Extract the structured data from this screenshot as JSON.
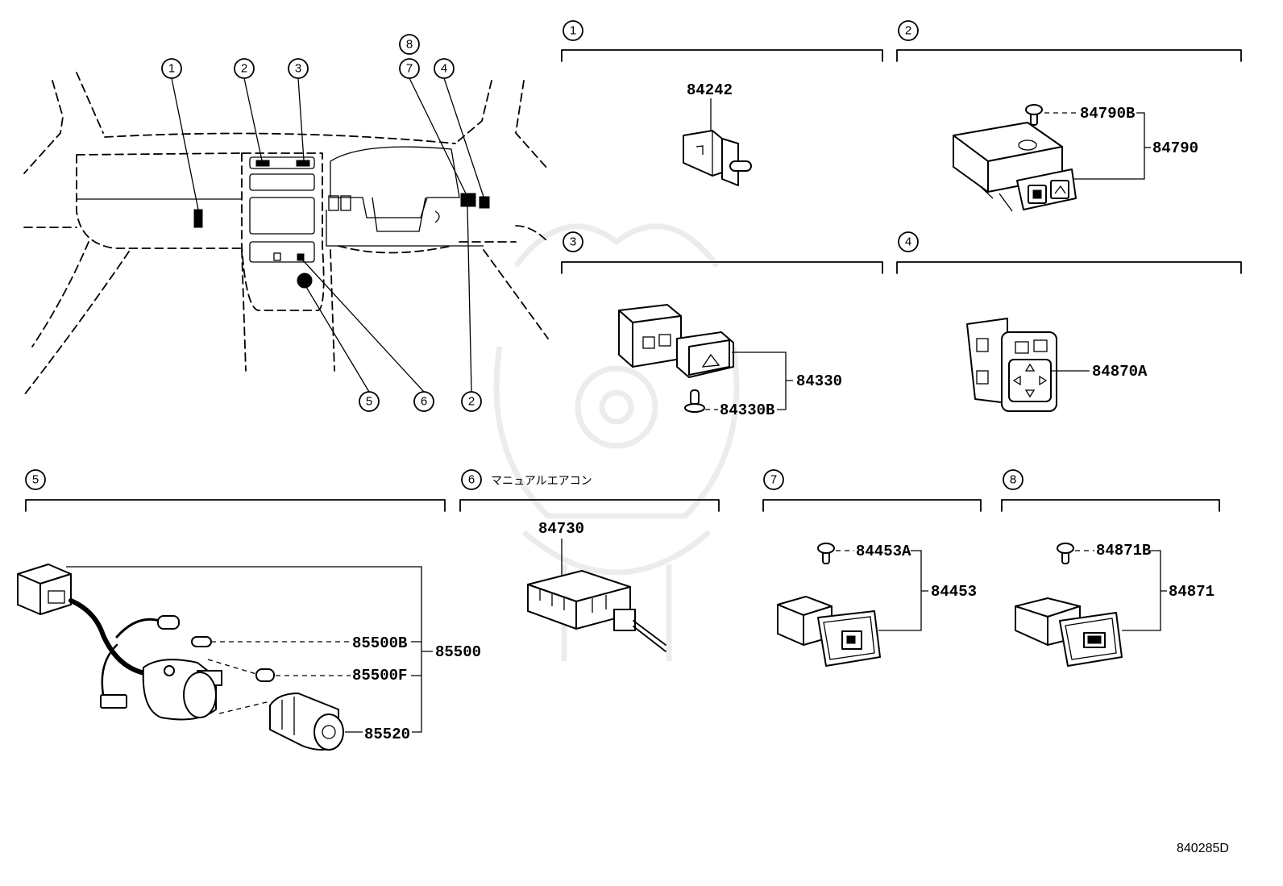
{
  "overview_callouts": [
    "1",
    "2",
    "3",
    "8",
    "7",
    "4",
    "5",
    "6",
    "2"
  ],
  "sections": [
    {
      "number": "1",
      "parts": [
        "84242"
      ]
    },
    {
      "number": "2",
      "parts": [
        "84790B",
        "84790"
      ]
    },
    {
      "number": "3",
      "parts": [
        "84330",
        "84330B"
      ]
    },
    {
      "number": "4",
      "parts": [
        "84870A"
      ]
    },
    {
      "number": "5",
      "parts": [
        "85500B",
        "85500",
        "85500F",
        "85520"
      ]
    },
    {
      "number": "6",
      "note": "マニュアルエアコン",
      "parts": [
        "84730"
      ]
    },
    {
      "number": "7",
      "parts": [
        "84453A",
        "84453"
      ]
    },
    {
      "number": "8",
      "parts": [
        "84871B",
        "84871"
      ]
    }
  ],
  "diagram_code": "840285D"
}
